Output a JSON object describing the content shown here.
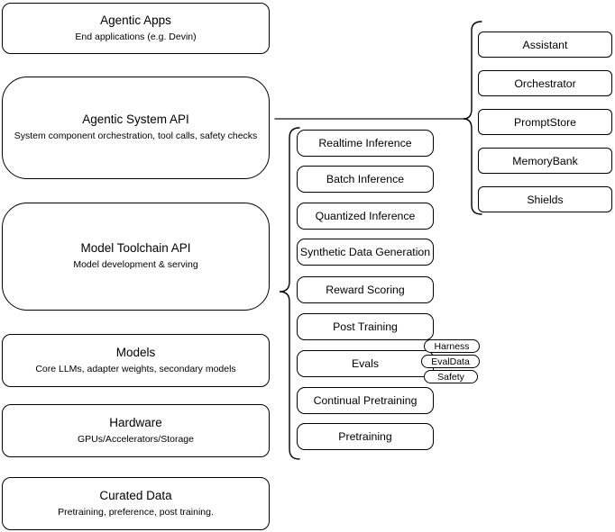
{
  "diagram": {
    "left_column": [
      {
        "title": "Agentic Apps",
        "subtitle": "End applications (e.g. Devin)"
      },
      {
        "title": "Agentic System API",
        "subtitle": "System component orchestration, tool calls, safety checks"
      },
      {
        "title": "Model Toolchain API",
        "subtitle": "Model development & serving"
      },
      {
        "title": "Models",
        "subtitle": "Core LLMs, adapter weights, secondary models"
      },
      {
        "title": "Hardware",
        "subtitle": "GPUs/Accelerators/Storage"
      },
      {
        "title": "Curated Data",
        "subtitle": "Pretraining, preference, post training."
      }
    ],
    "middle_column": [
      "Realtime Inference",
      "Batch Inference",
      "Quantized Inference",
      "Synthetic Data Generation",
      "Reward Scoring",
      "Post Training",
      "Evals",
      "Continual Pretraining",
      "Pretraining"
    ],
    "eval_pills": [
      "Harness",
      "EvalData",
      "Safety"
    ],
    "right_column": [
      "Assistant",
      "Orchestrator",
      "PromptStore",
      "MemoryBank",
      "Shields"
    ],
    "colors": {
      "stroke": "#000000",
      "background": "#ffffff",
      "connector": "#3a3a3a"
    }
  }
}
